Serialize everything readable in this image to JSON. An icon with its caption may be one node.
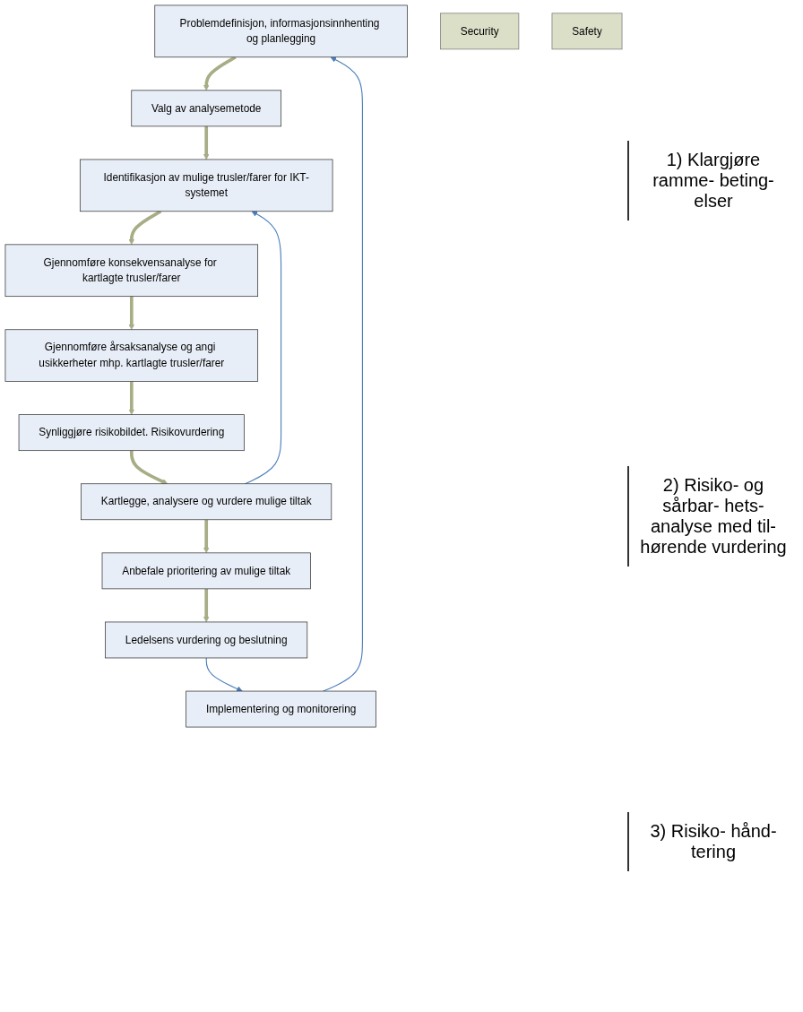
{
  "diagram": {
    "nodes": [
      {
        "text": [
          "Problemdefinisjon, informasjonsinnhenting og planlegging"
        ]
      },
      {
        "text": [
          "Valg av analysemetode"
        ]
      },
      {
        "text": [
          "Implementering og monitorering"
        ]
      },
      {
        "text": [
          "Identifikasjon av mulige trusler/farer for IKT-systemet"
        ]
      },
      {
        "text": [
          "Security"
        ]
      },
      {
        "text": [
          "Safety"
        ]
      },
      {
        "text": [
          "Gjennomføre konsekvensanalyse for kartlagte trusler/farer"
        ]
      },
      {
        "text": [
          "Gjennomføre årsaksanalyse og angi usikkerheter mhp. kartlagte trusler/farer"
        ]
      },
      {
        "text": [
          "Synliggjøre risikobildet. Risikovurdering"
        ]
      },
      {
        "text": [
          "Kartlegge, analysere og vurdere mulige tiltak"
        ]
      },
      {
        "text": [
          "Anbefale prioritering av mulige tiltak"
        ]
      },
      {
        "text": [
          "Ledelsens vurdering og beslutning"
        ]
      }
    ],
    "edges": [
      {
        "from": 0,
        "to": 1,
        "arrow": "to"
      },
      {
        "from": 1,
        "to": 3,
        "arrow": "to"
      },
      {
        "from": 3,
        "to": 6,
        "arrow": "to"
      },
      {
        "from": 6,
        "to": 7,
        "arrow": "to"
      },
      {
        "from": 7,
        "to": 8,
        "arrow": "to"
      },
      {
        "from": 8,
        "to": 9,
        "arrow": "to"
      },
      {
        "from": 9,
        "to": 10,
        "arrow": "to"
      },
      {
        "from": 10,
        "to": 11,
        "arrow": "to"
      },
      {
        "from": 11,
        "to": 2,
        "arrow": "to",
        "color": "#4a7ebb"
      },
      {
        "from": 2,
        "to": 0,
        "arrow": "to",
        "color": "#4a7ebb"
      },
      {
        "from": 9,
        "to": 3,
        "arrow": "to",
        "color": "#4a7ebb"
      }
    ],
    "labels": [
      "1) Klargjøre ramme- beting- elser",
      "2) Risiko- og sårbar- hets- analyse med til- hørende vurdering",
      "3) Risiko- hånd- tering"
    ]
  }
}
